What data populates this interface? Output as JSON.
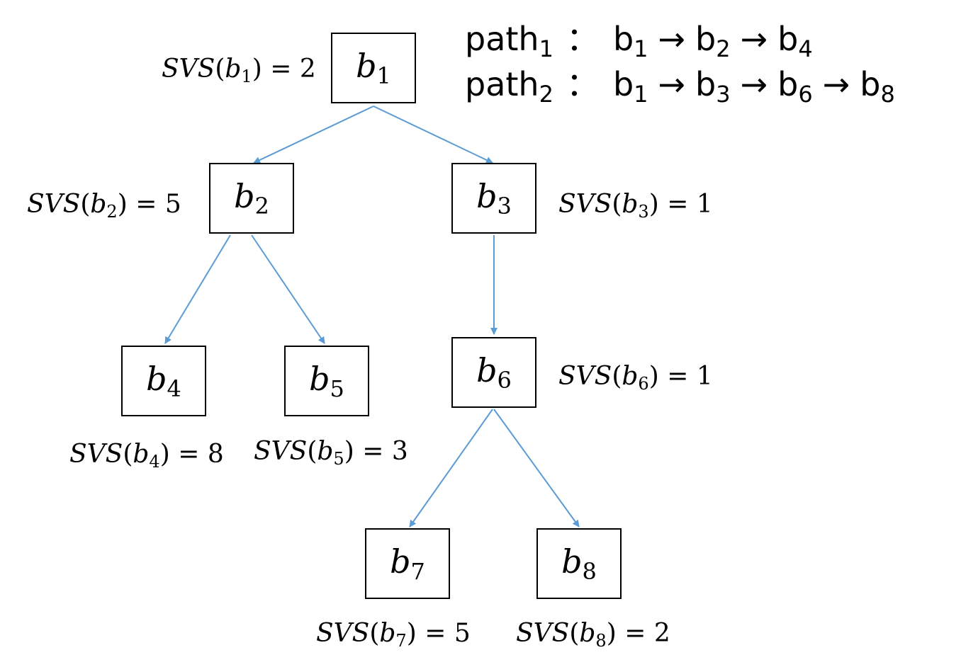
{
  "diagram": {
    "edge_color": "#5b9bd5",
    "paths": [
      {
        "label_base": "path",
        "label_sub": "1",
        "separator": "：",
        "nodes": [
          {
            "base": "b",
            "sub": "1"
          },
          {
            "base": "b",
            "sub": "2"
          },
          {
            "base": "b",
            "sub": "4"
          }
        ]
      },
      {
        "label_base": "path",
        "label_sub": "2",
        "separator": "：",
        "nodes": [
          {
            "base": "b",
            "sub": "1"
          },
          {
            "base": "b",
            "sub": "3"
          },
          {
            "base": "b",
            "sub": "6"
          },
          {
            "base": "b",
            "sub": "8"
          }
        ]
      }
    ],
    "path_arrow": "→",
    "svs_fn": "SVS",
    "nodes": [
      {
        "id": "b1",
        "base": "b",
        "sub": "1",
        "svs": "2"
      },
      {
        "id": "b2",
        "base": "b",
        "sub": "2",
        "svs": "5"
      },
      {
        "id": "b3",
        "base": "b",
        "sub": "3",
        "svs": "1"
      },
      {
        "id": "b4",
        "base": "b",
        "sub": "4",
        "svs": "8"
      },
      {
        "id": "b5",
        "base": "b",
        "sub": "5",
        "svs": "3"
      },
      {
        "id": "b6",
        "base": "b",
        "sub": "6",
        "svs": "1"
      },
      {
        "id": "b7",
        "base": "b",
        "sub": "7",
        "svs": "5"
      },
      {
        "id": "b8",
        "base": "b",
        "sub": "8",
        "svs": "2"
      }
    ],
    "edges": [
      {
        "from": "b1",
        "to": "b2"
      },
      {
        "from": "b1",
        "to": "b3"
      },
      {
        "from": "b2",
        "to": "b4"
      },
      {
        "from": "b2",
        "to": "b5"
      },
      {
        "from": "b3",
        "to": "b6"
      },
      {
        "from": "b6",
        "to": "b7"
      },
      {
        "from": "b6",
        "to": "b8"
      }
    ]
  }
}
